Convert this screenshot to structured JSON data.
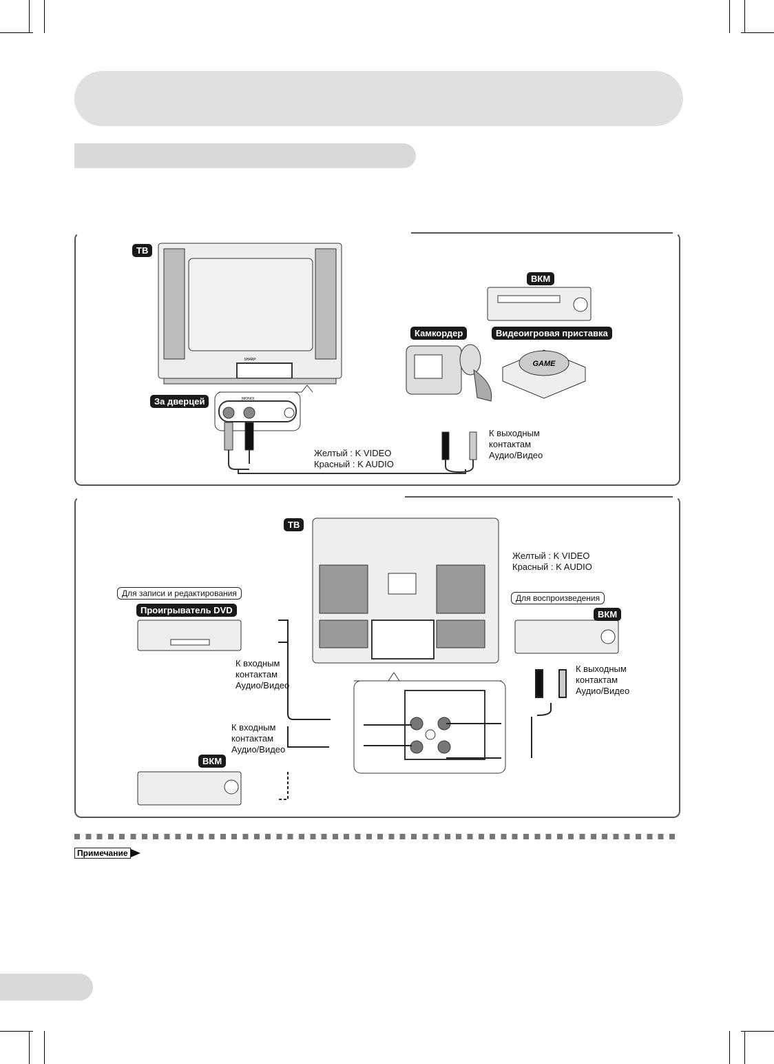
{
  "panel1": {
    "tv_label": "ТВ",
    "behind_door_label": "За дверцей",
    "vcr_label": "ВКМ",
    "camcorder_label": "Камкордер",
    "game_console_label": "Видеоигровая приставка",
    "game_logo": "GAME",
    "tv_brand": "SHARP",
    "jack_mono": "(MONO)",
    "color_text": "Желтый : K VIDEO\nКрасный : K AUDIO",
    "output_text": "К выходным\nконтактам\nАудио/Видео"
  },
  "panel2": {
    "tv_label": "ТВ",
    "color_text": "Желтый : K VIDEO\nКрасный : K AUDIO",
    "record_label": "Для записи и редактирования",
    "dvd_label": "Проигрыватель DVD",
    "playback_label": "Для воспроизведения",
    "vcr_right_label": "ВКМ",
    "vcr_left_label": "ВКМ",
    "input_text_1": "К входным\nконтактам\nАудио/Видео",
    "input_text_2": "К входным\nконтактам\nАудио/Видео",
    "output_text": "К выходным\nконтактам\nАудио/Видео"
  },
  "note_label": "Примечание",
  "colors": {
    "band": "#e0e0e0",
    "panel_border": "#555555",
    "badge": "#1a1a1a"
  }
}
